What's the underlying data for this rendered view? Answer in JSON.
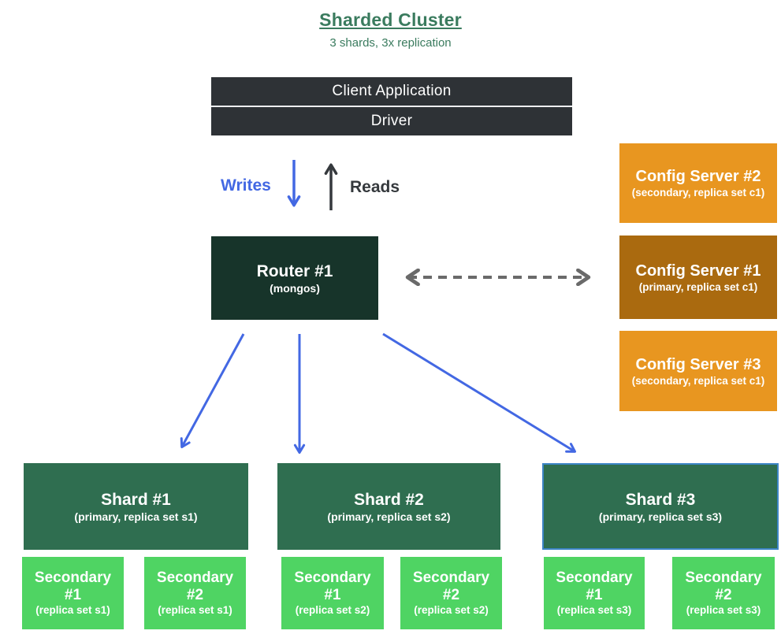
{
  "title": {
    "heading": "Sharded Cluster",
    "subtitle": "3 shards, 3x replication"
  },
  "client_stack": {
    "rows": [
      {
        "label": "Client Application"
      },
      {
        "label": "Driver"
      }
    ]
  },
  "flow_labels": {
    "writes": "Writes",
    "reads": "Reads"
  },
  "router": {
    "name": "Router #1",
    "detail": "(mongos)"
  },
  "config_servers": [
    {
      "name": "Config Server #2",
      "detail": "(secondary, replica set c1)",
      "role": "secondary"
    },
    {
      "name": "Config Server #1",
      "detail": "(primary, replica set c1)",
      "role": "primary"
    },
    {
      "name": "Config Server #3",
      "detail": "(secondary, replica set c1)",
      "role": "secondary"
    }
  ],
  "shards": [
    {
      "name": "Shard #1",
      "detail": "(primary, replica set s1)",
      "highlighted": false
    },
    {
      "name": "Shard #2",
      "detail": "(primary, replica set s2)",
      "highlighted": false
    },
    {
      "name": "Shard #3",
      "detail": "(primary, replica set s3)",
      "highlighted": true
    }
  ],
  "secondaries": [
    {
      "name": "Secondary",
      "num": "#1",
      "detail": "(replica set s1)"
    },
    {
      "name": "Secondary",
      "num": "#2",
      "detail": "(replica set s1)"
    },
    {
      "name": "Secondary",
      "num": "#1",
      "detail": "(replica set s2)"
    },
    {
      "name": "Secondary",
      "num": "#2",
      "detail": "(replica set s2)"
    },
    {
      "name": "Secondary",
      "num": "#1",
      "detail": "(replica set s3)"
    },
    {
      "name": "Secondary",
      "num": "#2",
      "detail": "(replica set s3)"
    }
  ],
  "colors": {
    "title-green": "#3a7b5e",
    "client-dark": "#2e3236",
    "router-green": "#17342a",
    "config-orange": "#e89620",
    "config-dark-orange": "#aa6a0f",
    "shard-green": "#2f6e50",
    "secondary-green": "#4fd463",
    "shard-highlight-blue": "#3d85c6",
    "arrow-blue": "#4368e3",
    "arrow-dark": "#35393d",
    "arrow-gray": "#6a6a6a"
  }
}
